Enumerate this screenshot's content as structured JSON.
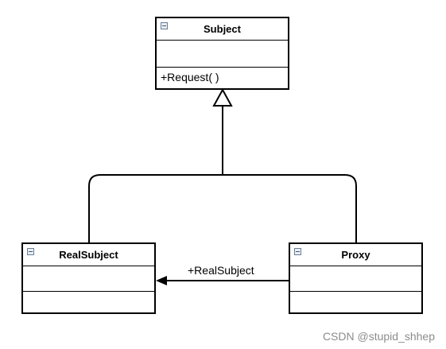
{
  "colors": {
    "line": "#000000",
    "box_fill": "#ffffff",
    "watermark": "#8c8c8c"
  },
  "classes": {
    "subject": {
      "name": "Subject",
      "attributes": "",
      "methods": "+Request( )"
    },
    "realsubject": {
      "name": "RealSubject",
      "attributes": "",
      "methods": ""
    },
    "proxy": {
      "name": "Proxy",
      "attributes": "",
      "methods": ""
    }
  },
  "relations": {
    "generalization_icon": "hollow-triangle-arrow",
    "association_label": "+RealSubject",
    "association_icon": "open-arrow"
  },
  "watermark": "CSDN @stupid_shhep"
}
